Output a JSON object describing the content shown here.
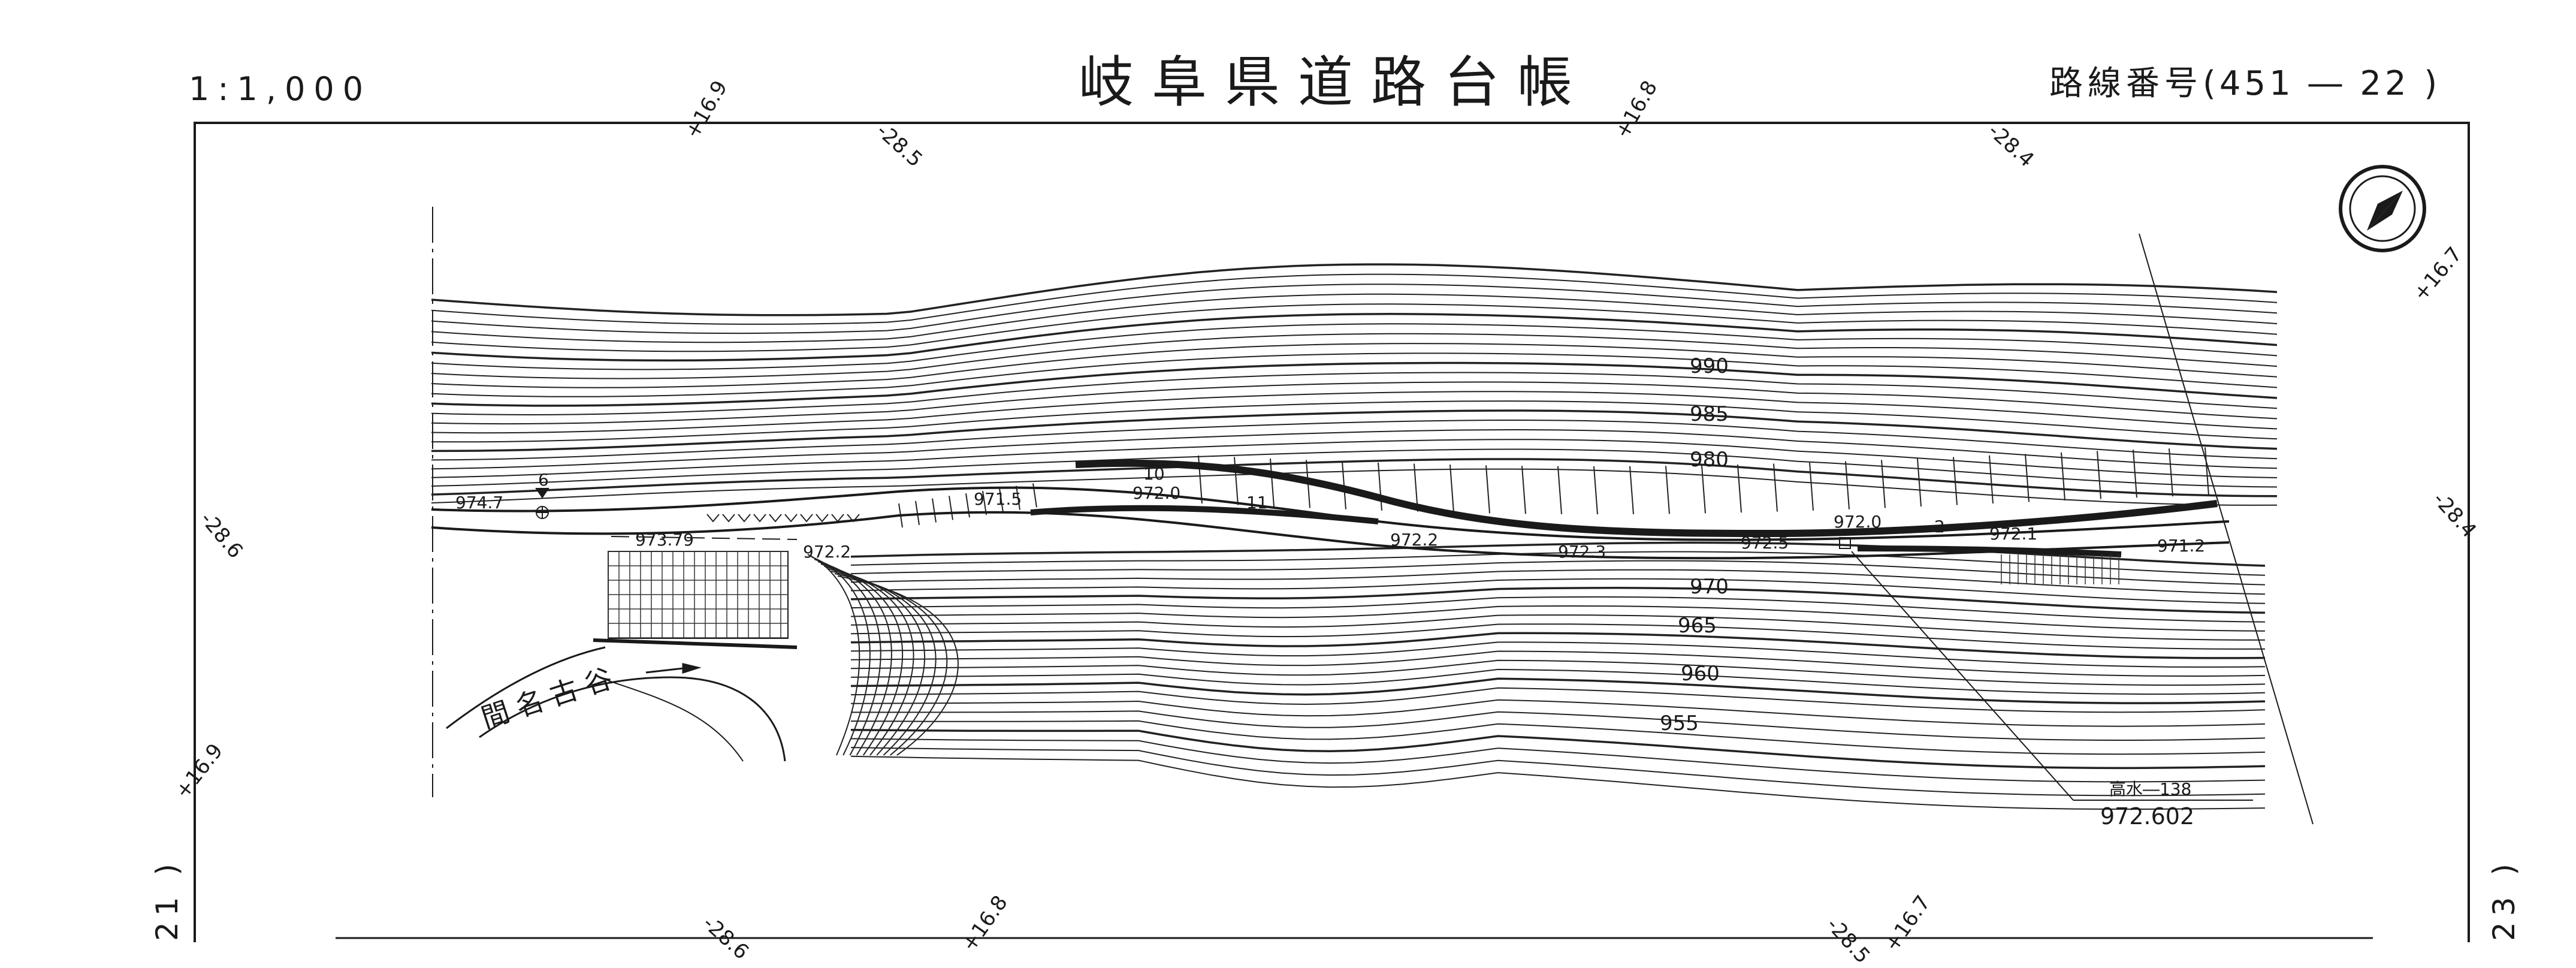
{
  "header": {
    "scale": "1:1,000",
    "title": "岐阜県道路台帳",
    "route_label": "路線番号",
    "route_number": "(451 ― 22 )"
  },
  "edge_labels": {
    "left": "21 )",
    "right": "23 )"
  },
  "grid_refs": {
    "top": [
      "+16.9",
      "-28.5",
      "+16.8",
      "-28.4"
    ],
    "right": [
      "+16.7",
      "-28.4"
    ],
    "left": [
      "-28.6",
      "+16.9"
    ],
    "bottom": [
      "-28.6",
      "+16.8",
      "-28.5",
      "+16.7"
    ]
  },
  "contour_labels": [
    "990",
    "985",
    "980",
    "970",
    "965",
    "960",
    "955"
  ],
  "road_elevations": [
    "974.7",
    "973.79",
    "972.2",
    "971.5",
    "972.0",
    "972.2",
    "972.3",
    "972.5",
    "972.0",
    "972.1",
    "971.2"
  ],
  "stations": [
    "6",
    "10",
    "2",
    "11"
  ],
  "stream_name": "間名古谷",
  "benchmark": {
    "label": "高水―138",
    "elevation": "972.602"
  },
  "north_arrow": "north-arrow-icon"
}
